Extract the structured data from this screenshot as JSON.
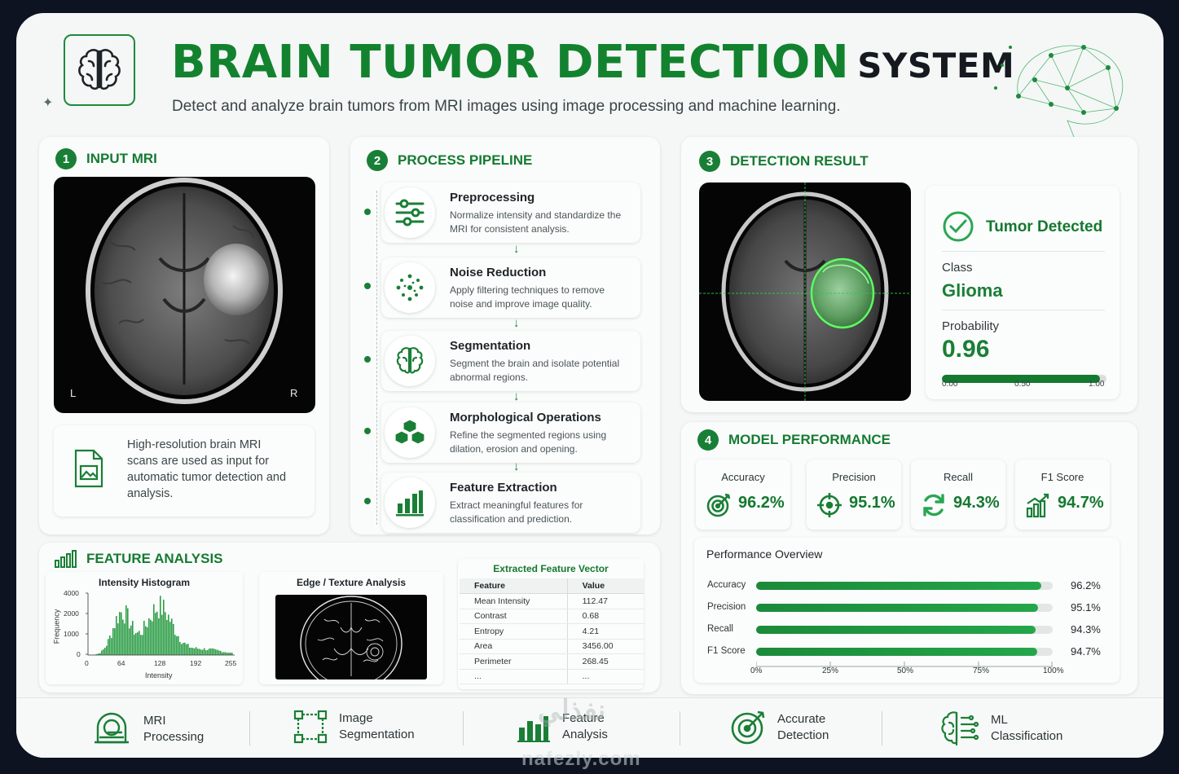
{
  "header": {
    "title": "BRAIN TUMOR DETECTION",
    "title_suffix": "SYSTEM",
    "subtitle": "Detect and analyze brain tumors from MRI images using image processing and machine learning."
  },
  "input": {
    "number": "1",
    "heading": "INPUT MRI",
    "label_left": "L",
    "label_right": "R",
    "info": "High-resolution brain MRI scans are used as input for automatic tumor detection and analysis."
  },
  "pipeline": {
    "number": "2",
    "heading": "PROCESS PIPELINE",
    "steps": [
      {
        "title": "Preprocessing",
        "desc": "Normalize intensity and standardize the MRI for consistent analysis.",
        "icon": "sliders-icon"
      },
      {
        "title": "Noise Reduction",
        "desc": "Apply filtering techniques to remove noise and improve image quality.",
        "icon": "dots-icon"
      },
      {
        "title": "Segmentation",
        "desc": "Segment the brain and isolate potential abnormal regions.",
        "icon": "brain-icon"
      },
      {
        "title": "Morphological Operations",
        "desc": "Refine the segmented regions using dilation, erosion and opening.",
        "icon": "cubes-icon"
      },
      {
        "title": "Feature Extraction",
        "desc": "Extract meaningful features for classification and prediction.",
        "icon": "bar-chart-icon"
      }
    ]
  },
  "result": {
    "number": "3",
    "heading": "DETECTION RESULT",
    "status": "Tumor Detected",
    "class_label": "Class",
    "class_value": "Glioma",
    "probability_label": "Probability",
    "probability_value": "0.96",
    "probability": 0.96,
    "ticks": [
      "0.00",
      "0.50",
      "1.00"
    ]
  },
  "performance": {
    "number": "4",
    "heading": "MODEL PERFORMANCE",
    "metrics": [
      {
        "name": "Accuracy",
        "value": "96.2%",
        "icon": "target-icon"
      },
      {
        "name": "Precision",
        "value": "95.1%",
        "icon": "crosshair-icon"
      },
      {
        "name": "Recall",
        "value": "94.3%",
        "icon": "refresh-icon"
      },
      {
        "name": "F1 Score",
        "value": "94.7%",
        "icon": "growth-chart-icon"
      }
    ],
    "overview_title": "Performance Overview",
    "axis_ticks": [
      "0%",
      "25%",
      "50%",
      "75%",
      "100%"
    ]
  },
  "features": {
    "heading": "FEATURE ANALYSIS",
    "histogram_title": "Intensity Histogram",
    "histogram_ylabel": "Frequency",
    "histogram_xlabel": "Intensity",
    "histogram_yticks": [
      "4000",
      "2000",
      "1000",
      "0"
    ],
    "histogram_xticks": [
      "0",
      "64",
      "128",
      "192",
      "255"
    ],
    "edge_title": "Edge / Texture Analysis",
    "vector_title": "Extracted Feature Vector",
    "vector_headers": [
      "Feature",
      "Value"
    ],
    "vector_rows": [
      [
        "Mean Intensity",
        "112.47"
      ],
      [
        "Contrast",
        "0.68"
      ],
      [
        "Entropy",
        "4.21"
      ],
      [
        "Area",
        "3456.00"
      ],
      [
        "Perimeter",
        "268.45"
      ],
      [
        "...",
        "..."
      ]
    ]
  },
  "footer": {
    "items": [
      {
        "line1": "MRI",
        "line2": "Processing",
        "icon": "mri-scanner-icon"
      },
      {
        "line1": "Image",
        "line2": "Segmentation",
        "icon": "segmentation-icon"
      },
      {
        "line1": "Feature",
        "line2": "Analysis",
        "icon": "feature-chart-icon"
      },
      {
        "line1": "Accurate",
        "line2": "Detection",
        "icon": "target-icon"
      },
      {
        "line1": "ML",
        "line2": "Classification",
        "icon": "brain-circuit-icon"
      }
    ]
  },
  "watermark": {
    "latin": "nafezly.com",
    "arabic": "نفذلي"
  },
  "chart_data": {
    "type": "bar",
    "title": "Performance Overview",
    "categories": [
      "Accuracy",
      "Precision",
      "Recall",
      "F1 Score"
    ],
    "values": [
      96.2,
      95.1,
      94.3,
      94.7
    ],
    "value_labels": [
      "96.2%",
      "95.1%",
      "94.3%",
      "94.7%"
    ],
    "xlim": [
      0,
      100
    ],
    "orientation": "horizontal",
    "colors": {
      "bar": "#1b8a3a"
    }
  }
}
